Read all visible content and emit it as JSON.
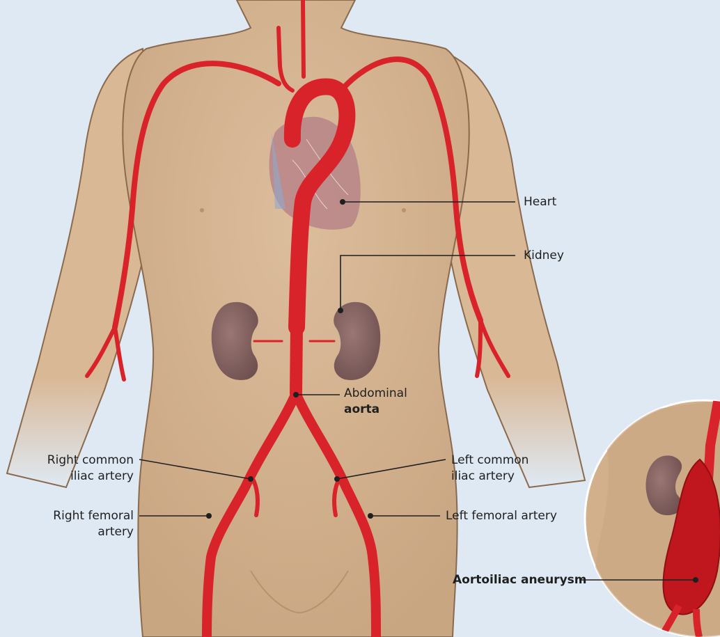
{
  "labels": {
    "heart": "Heart",
    "kidney": "Kidney",
    "abdominal_aorta_line1": "Abdominal",
    "abdominal_aorta_line2": "aorta",
    "right_common_iliac_line1": "Right common",
    "right_common_iliac_line2": "iliac artery",
    "left_common_iliac_line1": "Left common",
    "left_common_iliac_line2": "iliac artery",
    "right_femoral_line1": "Right femoral",
    "right_femoral_line2": "artery",
    "left_femoral": "Left femoral artery",
    "aneurysm": "Aortoiliac aneurysm"
  },
  "colors": {
    "background": "#dfe9f3",
    "skin": "#d9b896",
    "skin_outline": "#8a6a4c",
    "artery": "#d8232a",
    "kidney": "#8e6a68",
    "heart": "#b9878a",
    "leader_line": "#1f1f1f"
  }
}
